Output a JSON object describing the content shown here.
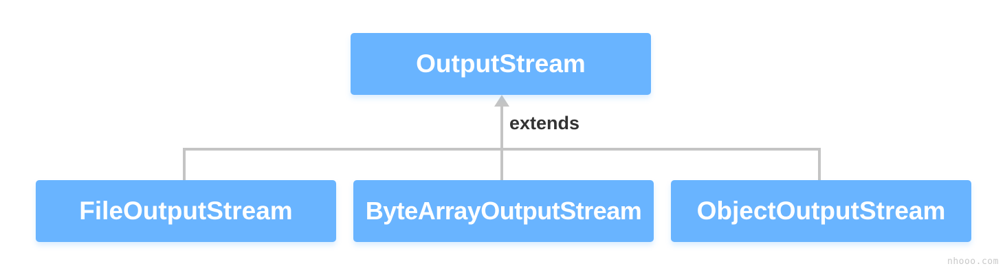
{
  "diagram": {
    "parent": "OutputStream",
    "relationship": "extends",
    "children": [
      "FileOutputStream",
      "ByteArrayOutputStream",
      "ObjectOutputStream"
    ]
  },
  "colors": {
    "box_fill": "#69b4ff",
    "box_text": "#ffffff",
    "connector": "#c4c4c4",
    "label_text": "#333333"
  },
  "watermark": "nhooo.com"
}
